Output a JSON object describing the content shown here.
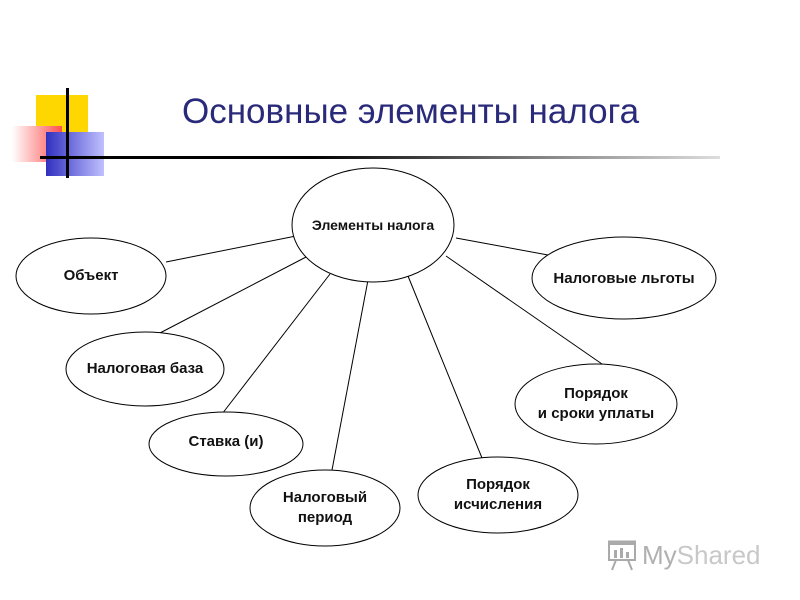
{
  "title": "Основные элементы налога",
  "center": "Элементы налога",
  "nodes": {
    "objekt": "Объект",
    "baza": "Налоговая база",
    "stavka": "Ставка (и)",
    "period_1": "Налоговый",
    "period_2": "период",
    "ischislenie_1": "Порядок",
    "ischislenie_2": "исчисления",
    "uplata_1": "Порядок",
    "uplata_2": "и сроки уплаты",
    "lgoty": "Налоговые льготы"
  },
  "watermark": {
    "my": "My",
    "rest": "Shared"
  },
  "colors": {
    "title": "#2a2a7a",
    "logo_yellow": "#ffd700",
    "logo_red": "#ff4040",
    "logo_blue": "#3030c0"
  }
}
